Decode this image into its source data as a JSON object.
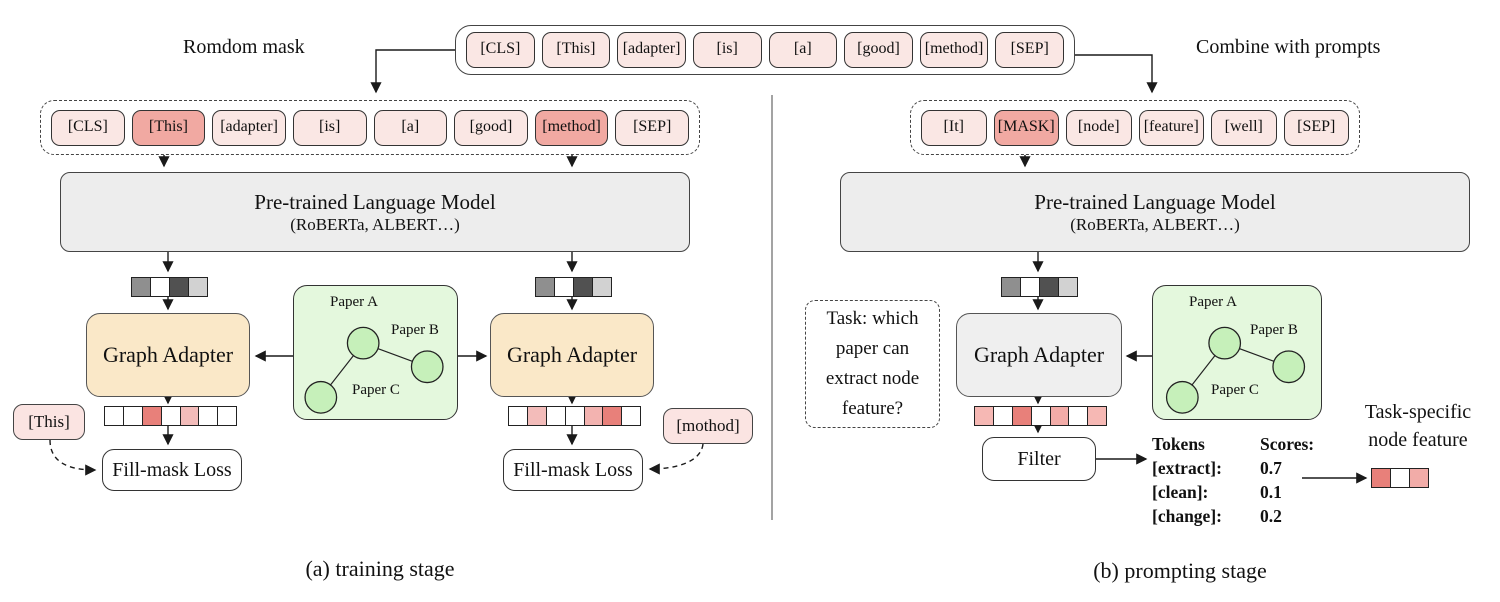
{
  "colors": {
    "token_normal": "#fae7e4",
    "token_masked": "#f1a9a2",
    "chip_pink": "#fbe4e2",
    "plm_gray": "#ededed",
    "adapter_tan": "#fae8c8",
    "adapter_gray": "#efefef",
    "graph_green": "#e4f8dd",
    "node_green": "#c6f0ba"
  },
  "header": {
    "random_mask_label": "Romdom mask",
    "combine_label": "Combine with prompts",
    "top_tokens": [
      "[CLS]",
      "[This]",
      "[adapter]",
      "[is]",
      "[a]",
      "[good]",
      "[method]",
      "[SEP]"
    ]
  },
  "plm": {
    "title": "Pre-trained Language Model",
    "subtitle": "(RoBERTa, ALBERT…)"
  },
  "adapter": {
    "label": "Graph Adapter"
  },
  "graph": {
    "paper_a": "Paper A",
    "paper_b": "Paper B",
    "paper_c": "Paper C"
  },
  "training": {
    "tokens": [
      {
        "label": "[CLS]",
        "masked": false
      },
      {
        "label": "[This]",
        "masked": true
      },
      {
        "label": "[adapter]",
        "masked": false
      },
      {
        "label": "[is]",
        "masked": false
      },
      {
        "label": "[a]",
        "masked": false
      },
      {
        "label": "[good]",
        "masked": false
      },
      {
        "label": "[method]",
        "masked": true
      },
      {
        "label": "[SEP]",
        "masked": false
      }
    ],
    "embed_strip": [
      "#8f8f8f",
      "#ffffff",
      "#515151",
      "#d2d2d2"
    ],
    "out_strip_left": [
      "#ffffff",
      "#ffffff",
      "#e8807a",
      "#ffffff",
      "#f3bcba",
      "#ffffff",
      "#ffffff"
    ],
    "out_strip_right": [
      "#ffffff",
      "#f3bcba",
      "#ffffff",
      "#ffffff",
      "#f3b3b0",
      "#e8807a",
      "#ffffff"
    ],
    "mask_chip_left": "[This]",
    "mask_chip_right": "[mothod]",
    "loss_label": "Fill-mask Loss",
    "caption": "(a) training stage"
  },
  "prompting": {
    "tokens": [
      {
        "label": "[It]",
        "masked": false
      },
      {
        "label": "[MASK]",
        "masked": true
      },
      {
        "label": "[node]",
        "masked": false
      },
      {
        "label": "[feature]",
        "masked": false
      },
      {
        "label": "[well]",
        "masked": false
      },
      {
        "label": "[SEP]",
        "masked": false
      }
    ],
    "embed_strip": [
      "#8f8f8f",
      "#ffffff",
      "#515151",
      "#d2d2d2"
    ],
    "out_strip": [
      "#f6b8b4",
      "#ffffff",
      "#e8807a",
      "#ffffff",
      "#f3aca8",
      "#ffffff",
      "#f6b8b4"
    ],
    "task_lines": [
      "Task: which",
      "paper can",
      "extract node",
      "feature?"
    ],
    "filter_label": "Filter",
    "scores": {
      "header": [
        "Tokens",
        "Scores:"
      ],
      "rows": [
        [
          "[extract]:",
          "0.7"
        ],
        [
          "[clean]:",
          "0.1"
        ],
        [
          "[change]:",
          "0.2"
        ]
      ]
    },
    "result_label_lines": [
      "Task-specific",
      "node feature"
    ],
    "result_strip": [
      "#e8807a",
      "#ffffff",
      "#f2aca8"
    ],
    "caption": "(b) prompting stage"
  }
}
